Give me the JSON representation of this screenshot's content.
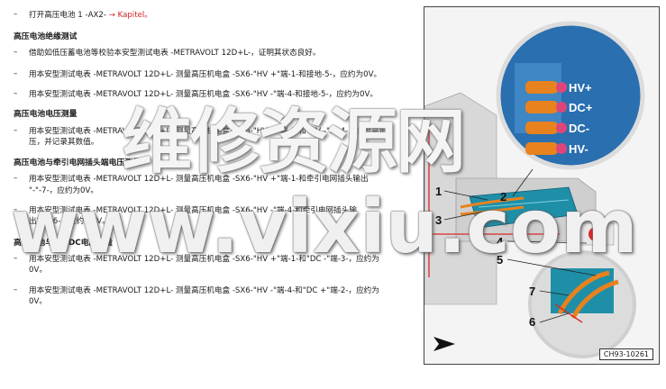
{
  "document": {
    "open_step": {
      "text": "打开高压电池 1 -AX2-",
      "link": "→ Kapitel。"
    },
    "insulation_heading": "高压电池绝缘测试",
    "insulation_steps": [
      "借助如低压蓄电池等校验本安型测试电表 -METRAVOLT 12D+L-，证明其状态良好。",
      "用本安型测试电表 -METRAVOLT 12D+L- 测量高压机电盒 -SX6-\"HV +\"端-1-和接地-5-，应约为0V。",
      "用本安型测试电表 -METRAVOLT 12D+L- 测量高压机电盒 -SX6-\"HV -\"端-4-和接地-5-，应约为0V。"
    ],
    "voltage_heading": "高压电池电压测量",
    "voltage_step_line1": "用本安型测试电表 -METRAVOLT 12D+L- 测量高压机电盒 -SX6-\"HV +\"端-1-和\"HV -\"端-4-，应为高电",
    "voltage_step_line2": "压，并记录其数值。",
    "traction_heading": "高压电池与牵引电网插头端电压测量",
    "traction_steps": [
      {
        "l1": "用本安型测试电表 -METRAVOLT 12D+L- 测量高压机电盒 -SX6-\"HV +\"端-1-和牵引电网插头输出",
        "l2": "\"-\"-7-，应约为0V。"
      },
      {
        "l1": "用本安型测试电表 -METRAVOLT 12D+L- 测量高压机电盒 -SX6-\"HV -\"端-4-和牵引电网插头输",
        "l2": "出\"+\"-6-，应约为0V。"
      }
    ],
    "dc_heading": "高压电池与DC/DC电压测量",
    "dc_steps": [
      {
        "l1": "用本安型测试电表 -METRAVOLT 12D+L- 测量高压机电盒 -SX6-\"HV +\"端-1-和\"DC -\"端-3-，应约为",
        "l2": "0V。"
      },
      {
        "l1": "用本安型测试电表 -METRAVOLT 12D+L- 测量高压机电盒 -SX6-\"HV -\"端-4-和\"DC +\"端-2-，应约为",
        "l2": "0V。"
      }
    ]
  },
  "figure": {
    "terminal_labels": [
      "HV+",
      "DC+",
      "DC-",
      "HV-"
    ],
    "callouts": [
      "1",
      "2",
      "3",
      "4",
      "5",
      "6",
      "7"
    ],
    "code": "CH93-10261",
    "direction_icon": "arrow-right-icon",
    "colors": {
      "orange": "#e8821e",
      "blue": "#2a6fb0",
      "teal": "#1f8fa8",
      "pink": "#e0457a",
      "red": "#d8282c"
    }
  },
  "watermark": {
    "title": "维修资源网",
    "url": "www.vixiu.com"
  }
}
